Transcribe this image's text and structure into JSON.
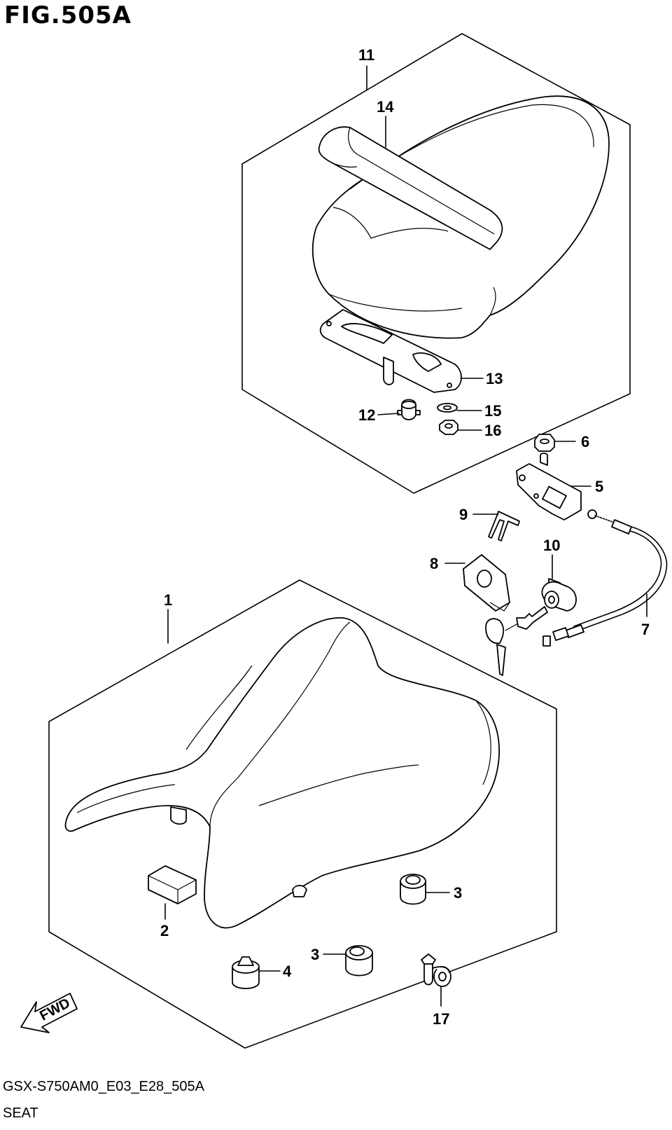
{
  "figure": {
    "title": "FIG.505A",
    "code": "GSX-S750AM0_E03_E28_505A",
    "name": "SEAT"
  },
  "callouts": {
    "c1": "1",
    "c2": "2",
    "c3a": "3",
    "c3b": "3",
    "c4": "4",
    "c5": "5",
    "c6": "6",
    "c7": "7",
    "c8": "8",
    "c9": "9",
    "c10": "10",
    "c11": "11",
    "c12": "12",
    "c13": "13",
    "c14": "14",
    "c15": "15",
    "c16": "16",
    "c17": "17"
  },
  "fwd_label": "FWD"
}
